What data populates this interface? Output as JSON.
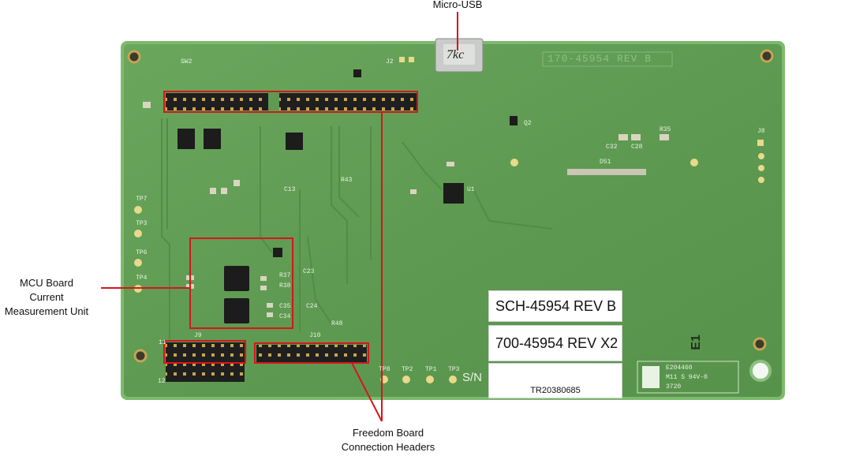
{
  "callouts": {
    "usb": "Micro-USB",
    "mcu": [
      "MCU Board",
      "Current",
      "Measurement Unit"
    ],
    "headers": [
      "Freedom Board",
      "Connection Headers"
    ]
  },
  "board": {
    "part_number": "170-45954 REV B",
    "sch_label": "SCH-45954 REV B",
    "assy_label": "700-45954 REV X2",
    "serial": "TR20380685",
    "sn_text": "S/N",
    "cert": [
      "E204460",
      "M11 S 94V-0",
      "3720"
    ],
    "corner_mark": "E1",
    "silk": {
      "sw2": "SW2",
      "j11": "11",
      "j12": "12",
      "j9": "J9",
      "j10": "J10",
      "r48": "R48",
      "tp7": "TP7",
      "tp3": "TP3",
      "tp6": "TP6",
      "tp4": "TP4",
      "tp8": "TP8",
      "tp2": "TP2",
      "tp1": "TP1",
      "tp3b": "TP3",
      "j8": "J8",
      "r35": "R35",
      "c32": "C32",
      "c28": "C28",
      "d51": "D51",
      "u1": "U1",
      "j2": "J2",
      "c13": "C13",
      "r43": "R43",
      "c23": "C23",
      "c24": "C24",
      "c35": "C35",
      "c34": "C34",
      "r37": "R37",
      "r38": "R38",
      "q2": "Q2"
    }
  },
  "colors": {
    "board": "#5f9a52",
    "board_edge": "#79b86a",
    "highlight": "#d8151b",
    "label_bg": "#ffffff"
  }
}
